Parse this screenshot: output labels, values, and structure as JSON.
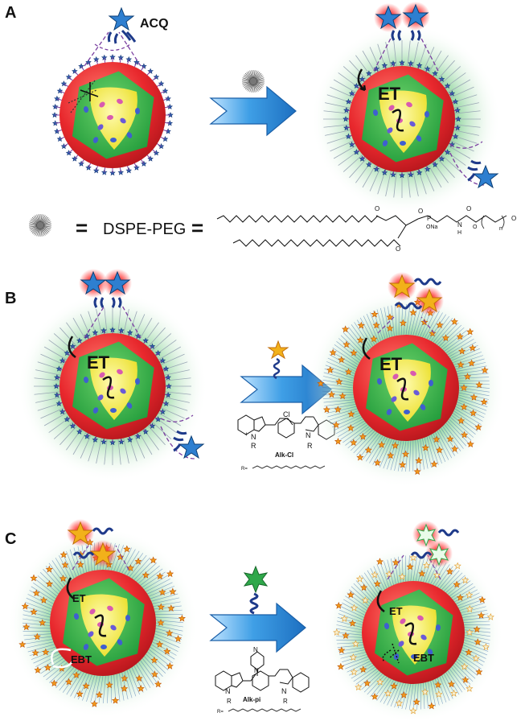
{
  "panels": [
    {
      "letter": "A",
      "label_acq": "ACQ",
      "label_et": "ET"
    },
    {
      "letter": "B",
      "label_et_left": "ET",
      "label_et_right": "ET",
      "molecule_name": "Alk-Cl",
      "chem_cl": "Cl",
      "chem_r": "R",
      "chem_nplus": "+",
      "chem_n": "N",
      "r_def": "R="
    },
    {
      "letter": "C",
      "label_et_left": "ET",
      "label_ebt_left": "EBT",
      "label_et_right": "ET",
      "label_ebt_right": "EBT",
      "molecule_name": "Alk-pi",
      "chem_r": "R",
      "chem_n": "N",
      "chem_nh": "N",
      "r_def": "R="
    }
  ],
  "legend": {
    "eq1": "=",
    "name": "DSPE-PEG",
    "eq2": "=",
    "o_label": "O",
    "p_label": "P",
    "ona_label": "ONa",
    "n_label": "N",
    "h_label": "H",
    "sub_n": "n"
  },
  "colors": {
    "shell_red": "#e8282d",
    "layer_green": "#2fb34a",
    "core_yellow": "#f4ee3a",
    "glow_green": "#9fd9a8",
    "arrow_blue": "#2f8fd8",
    "star_blue": "#2e7fd0",
    "star_orange": "#f29a1a",
    "star_green": "#2fa84a"
  }
}
